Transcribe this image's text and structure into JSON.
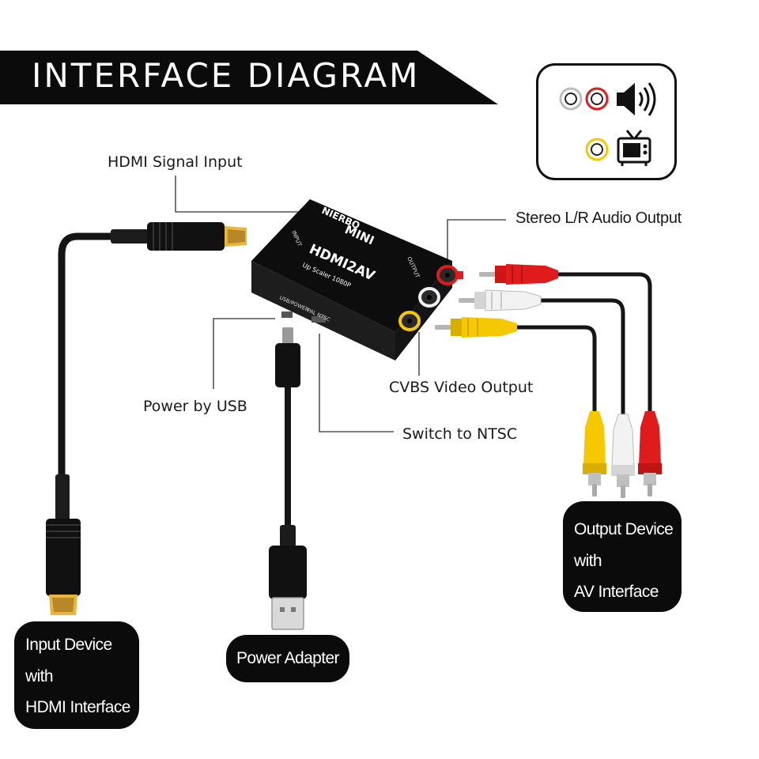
{
  "header": {
    "title": "INTERFACE DIAGRAM"
  },
  "device": {
    "brand": "NIERBO",
    "model": "MINI",
    "name": "HDMI2AV",
    "spec": "Up Scaler 1080P",
    "port_input": "INPUT",
    "port_output": "OUTPUT",
    "port_power": "USB/POWER",
    "port_switch": "PAL NTSC"
  },
  "legend": {
    "audio_icon": "speaker-icon",
    "video_icon": "tv-icon"
  },
  "labels": {
    "hdmi_input": "HDMI Signal Input",
    "audio_output": "Stereo L/R Audio Output",
    "video_output": "CVBS Video Output",
    "power_usb": "Power by USB",
    "switch_ntsc": "Switch to NTSC"
  },
  "boxes": {
    "input_device": [
      "Input Device",
      "with",
      "HDMI Interface"
    ],
    "power_adapter": "Power Adapter",
    "output_device": [
      "Output Device",
      "with",
      "AV Interface"
    ]
  },
  "colors": {
    "red": "#e01b1b",
    "white": "#f2f2f2",
    "yellow": "#f5c800",
    "gold": "#e9b53a",
    "black": "#0b0b0b"
  }
}
